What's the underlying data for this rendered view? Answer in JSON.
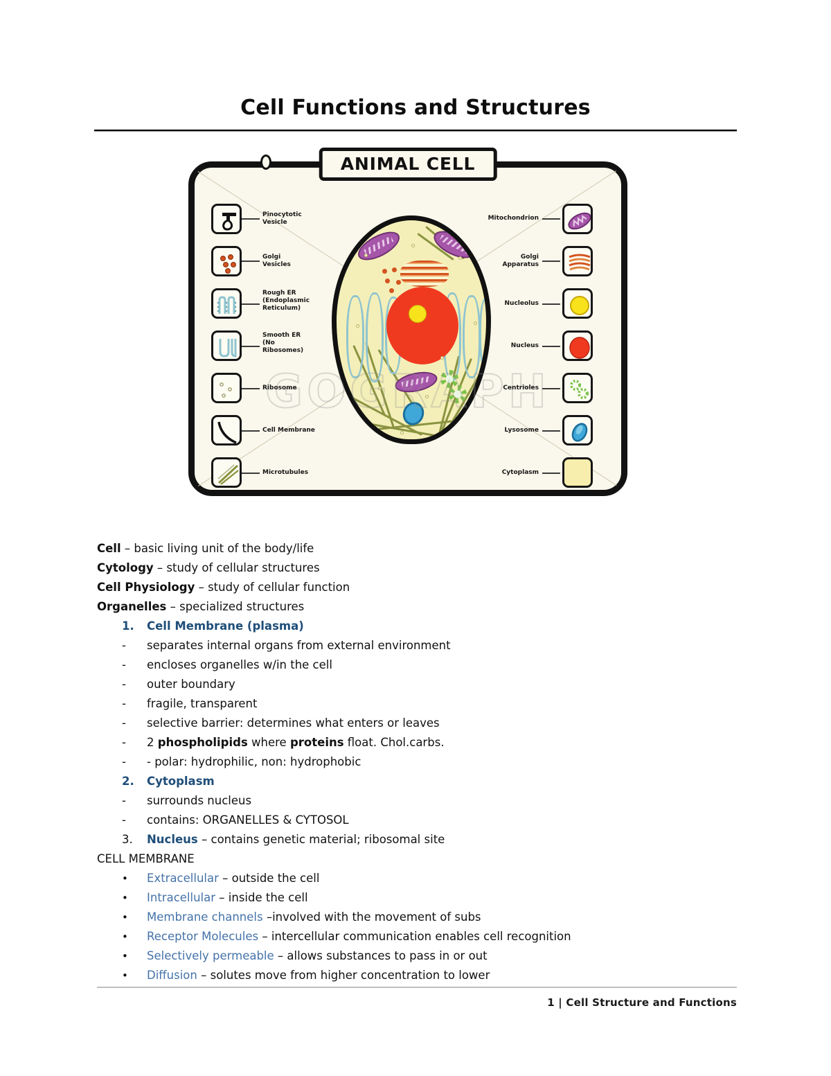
{
  "document": {
    "title": "Cell Functions and Structures"
  },
  "diagram": {
    "banner_title": "ANIMAL CELL",
    "watermark": "GOGRAPH",
    "left_labels": [
      {
        "name": "Pinocytotic\nVesicle",
        "icon": "pinocytotic-vesicle-icon"
      },
      {
        "name": "Golgi\nVesicles",
        "icon": "golgi-vesicles-icon"
      },
      {
        "name": "Rough ER\n(Endoplasmic\nReticulum)",
        "icon": "rough-er-icon"
      },
      {
        "name": "Smooth ER\n(No\nRibosomes)",
        "icon": "smooth-er-icon"
      },
      {
        "name": "Ribosome",
        "icon": "ribosome-icon"
      },
      {
        "name": "Cell Membrane",
        "icon": "cell-membrane-icon"
      },
      {
        "name": "Microtubules",
        "icon": "microtubules-icon"
      }
    ],
    "right_labels": [
      {
        "name": "Mitochondrion",
        "icon": "mitochondrion-icon"
      },
      {
        "name": "Golgi\nApparatus",
        "icon": "golgi-apparatus-icon"
      },
      {
        "name": "Nucleolus",
        "icon": "nucleolus-icon"
      },
      {
        "name": "Nucleus",
        "icon": "nucleus-icon"
      },
      {
        "name": "Centrioles",
        "icon": "centrioles-icon"
      },
      {
        "name": "Lysosome",
        "icon": "lysosome-icon"
      },
      {
        "name": "Cytoplasm",
        "icon": "cytoplasm-icon"
      }
    ]
  },
  "definitions": [
    {
      "term": "Cell",
      "desc": " – basic living unit of the body/life"
    },
    {
      "term": "Cytology",
      "desc": " – study of cellular structures"
    },
    {
      "term": "Cell Physiology",
      "desc": " – study of cellular function"
    },
    {
      "term": "Organelles",
      "desc": " – specialized structures"
    }
  ],
  "organelles": {
    "item1": {
      "marker": "1.",
      "heading": "Cell Membrane (plasma)"
    },
    "item1_bullets": [
      {
        "marker": "-",
        "text": "separates internal organs from external environment"
      },
      {
        "marker": "-",
        "text": "encloses organelles w/in the cell"
      },
      {
        "marker": "-",
        "text": "outer boundary"
      },
      {
        "marker": "-",
        "text": "fragile, transparent"
      },
      {
        "marker": "-",
        "text": "selective barrier: determines what enters or leaves"
      }
    ],
    "phospholipid_bullet": {
      "marker": "-",
      "pre": "2 ",
      "bold1": "phospholipids",
      "mid": " where ",
      "bold2": "proteins",
      "post": " float. Chol.carbs."
    },
    "polar_bullet": {
      "marker": "-",
      "text": "- polar: hydrophilic, non: hydrophobic"
    },
    "item2": {
      "marker": "2.",
      "heading": "Cytoplasm"
    },
    "item2_bullets": [
      {
        "marker": "-",
        "text": "surrounds nucleus"
      },
      {
        "marker": "-",
        "text": "contains: ORGANELLES & CYTOSOL"
      }
    ],
    "item3": {
      "marker": "3.",
      "heading": "Nucleus",
      "rest": " – contains genetic material; ribosomal site"
    }
  },
  "cell_membrane_section": {
    "heading": "CELL MEMBRANE",
    "bullets": [
      {
        "marker": "•",
        "term": "Extracellular",
        "desc": " – outside the cell"
      },
      {
        "marker": "•",
        "term": "Intracellular",
        "desc": " – inside the cell"
      },
      {
        "marker": "•",
        "term": "Membrane channels",
        "desc": " –involved with the movement of subs"
      },
      {
        "marker": "•",
        "term": "Receptor Molecules",
        "desc": " – intercellular communication enables cell recognition"
      },
      {
        "marker": "•",
        "term": "Selectively permeable",
        "desc": " – allows substances to pass in or out"
      },
      {
        "marker": "•",
        "term": "Diffusion",
        "desc": " – solutes move from higher concentration to lower"
      }
    ]
  },
  "footer": {
    "text": "1 | Cell Structure and Functions"
  },
  "colors": {
    "heading_blue": "#1f4e79",
    "term_blue": "#4472a8",
    "nucleus_red": "#f03a20",
    "nucleolus_yellow": "#f7e21c",
    "cytoplasm_yellow": "#f4efb8",
    "mitochondrion_purple": "#a656a8",
    "lysosome_blue": "#3fa8d8",
    "golgi_orange": "#d4531f",
    "er_blue": "#8fc4cf",
    "microtubule_olive": "#8a9340"
  }
}
